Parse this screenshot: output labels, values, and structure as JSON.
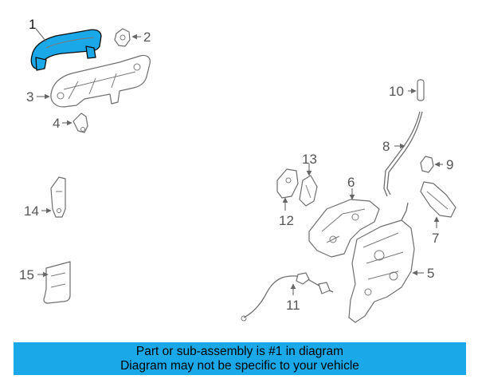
{
  "callouts": [
    {
      "id": "1",
      "label": "1"
    },
    {
      "id": "2",
      "label": "2"
    },
    {
      "id": "3",
      "label": "3"
    },
    {
      "id": "4",
      "label": "4"
    },
    {
      "id": "5",
      "label": "5"
    },
    {
      "id": "6",
      "label": "6"
    },
    {
      "id": "7",
      "label": "7"
    },
    {
      "id": "8",
      "label": "8"
    },
    {
      "id": "9",
      "label": "9"
    },
    {
      "id": "10",
      "label": "10"
    },
    {
      "id": "11",
      "label": "11"
    },
    {
      "id": "12",
      "label": "12"
    },
    {
      "id": "13",
      "label": "13"
    },
    {
      "id": "14",
      "label": "14"
    },
    {
      "id": "15",
      "label": "15"
    }
  ],
  "highlight_part": "1",
  "banner": {
    "line1": "Part or sub-assembly is #1 in diagram",
    "line2": "Diagram may not be specific to your vehicle"
  },
  "colors": {
    "highlight": "#1aa8e8",
    "line": "#6e6e6e",
    "label": "#555555"
  }
}
